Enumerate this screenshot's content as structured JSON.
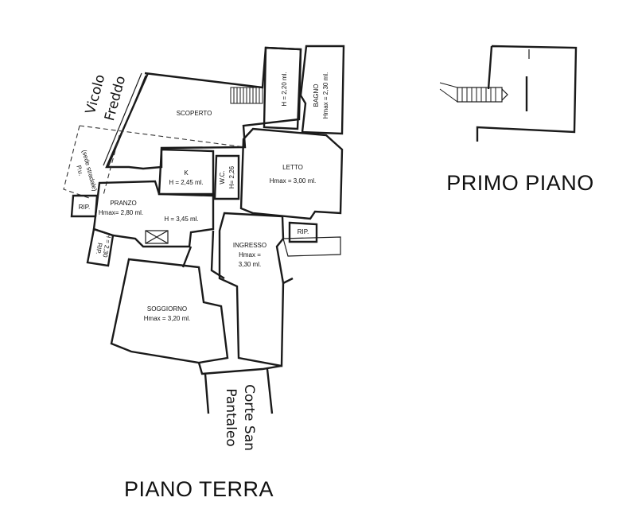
{
  "ground_floor": {
    "title": "PIANO TERRA",
    "street_north": [
      "Vicolo",
      "Freddo"
    ],
    "street_south": [
      "Corte San",
      "Pantaleo"
    ],
    "pu_note": [
      "P.u.",
      "(sede stradale)"
    ],
    "rooms": {
      "scoperto": "SCOPERTO",
      "k": [
        "K",
        "H = 2,45 ml."
      ],
      "wc": [
        "W.C.",
        "H= 2,26"
      ],
      "letto": [
        "LETTO",
        "Hmax = 3,00 ml."
      ],
      "bagno": [
        "BAGNO",
        "Hmax = 2,30 ml."
      ],
      "store_h": "H = 2,20 ml.",
      "pranzo": [
        "PRANZO",
        "Hmax= 2,80 ml."
      ],
      "corridor_h": "H = 3,45 ml.",
      "rip_left": "RIP.",
      "rip_small": [
        "RIP.",
        "H = 2,30"
      ],
      "rip_right": "RIP.",
      "ingresso": [
        "INGRESSO",
        "Hmax =",
        "3,30 ml."
      ],
      "soggiorno": [
        "SOGGIORNO",
        "Hmax = 3,20 ml."
      ]
    }
  },
  "first_floor": {
    "title": "PRIMO PIANO"
  }
}
